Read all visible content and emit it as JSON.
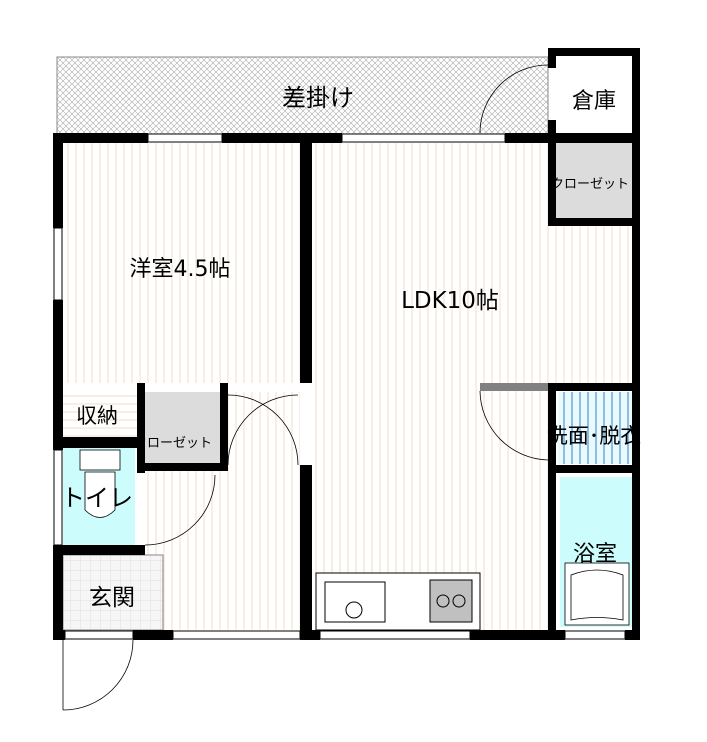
{
  "floorplan": {
    "rooms": {
      "balcony": "差掛け",
      "storage": "倉庫",
      "closet_ldk": "クローゼット",
      "western_room": "洋室4.5帖",
      "ldk": "LDK10帖",
      "storage_small": "収納",
      "closet_west": "クローゼット",
      "washroom": "洗面･脱衣",
      "toilet": "トイレ",
      "bathroom": "浴室",
      "entrance": "玄関"
    },
    "colors": {
      "wall": "#000000",
      "floor_stripe": "#f0dcc8",
      "closet": "#dcdcdc",
      "wet_area": "#ccfcfc",
      "washroom_stripe": "#3c7cc8",
      "balcony_hatch": "#9a9a9a"
    }
  }
}
